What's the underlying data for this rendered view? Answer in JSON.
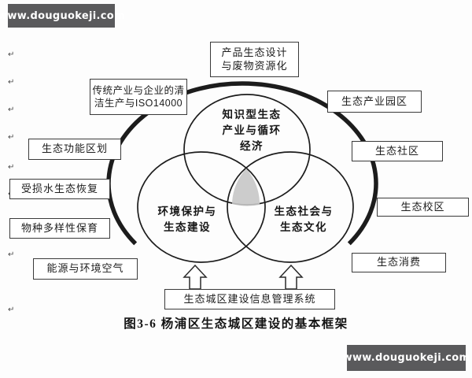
{
  "watermark": {
    "text": "www.douguokeji.com"
  },
  "caption": "图3-6 杨浦区生态城区建设的基本框架",
  "venn": {
    "top_circle": {
      "lines": [
        "知识型生态",
        "产业与循环",
        "经济"
      ]
    },
    "left_circle": {
      "lines": [
        "环境保护与",
        "生态建设"
      ]
    },
    "right_circle": {
      "lines": [
        "生态社会与",
        "生态文化"
      ]
    }
  },
  "boxes": {
    "product_design": {
      "lines": [
        "产品生态设计",
        "与废物资源化"
      ]
    },
    "clean_production": {
      "lines": [
        "传统产业与企业的清",
        "洁生产与ISO14000"
      ]
    },
    "eco_industry_park": {
      "label": "生态产业园区"
    },
    "eco_function_zoning": {
      "label": "生态功能区划"
    },
    "eco_community": {
      "label": "生态社区"
    },
    "damaged_water_restoration": {
      "label": "受损水生态恢复"
    },
    "eco_campus": {
      "label": "生态校区"
    },
    "species_diversity": {
      "label": "物种多样性保育"
    },
    "eco_consumption": {
      "label": "生态消费"
    },
    "energy_air": {
      "label": "能源与环境空气"
    },
    "info_system": {
      "label": "生态城区建设信息管理系统"
    }
  },
  "marks": {
    "return_mark": "↵"
  },
  "colors": {
    "page_bg": "#fdfdfd",
    "ink": "#1c1c1c",
    "box_border": "#3a3a3a",
    "intersection_fill": "#c6c6c6",
    "watermark_bg": "#5a5a5c"
  }
}
